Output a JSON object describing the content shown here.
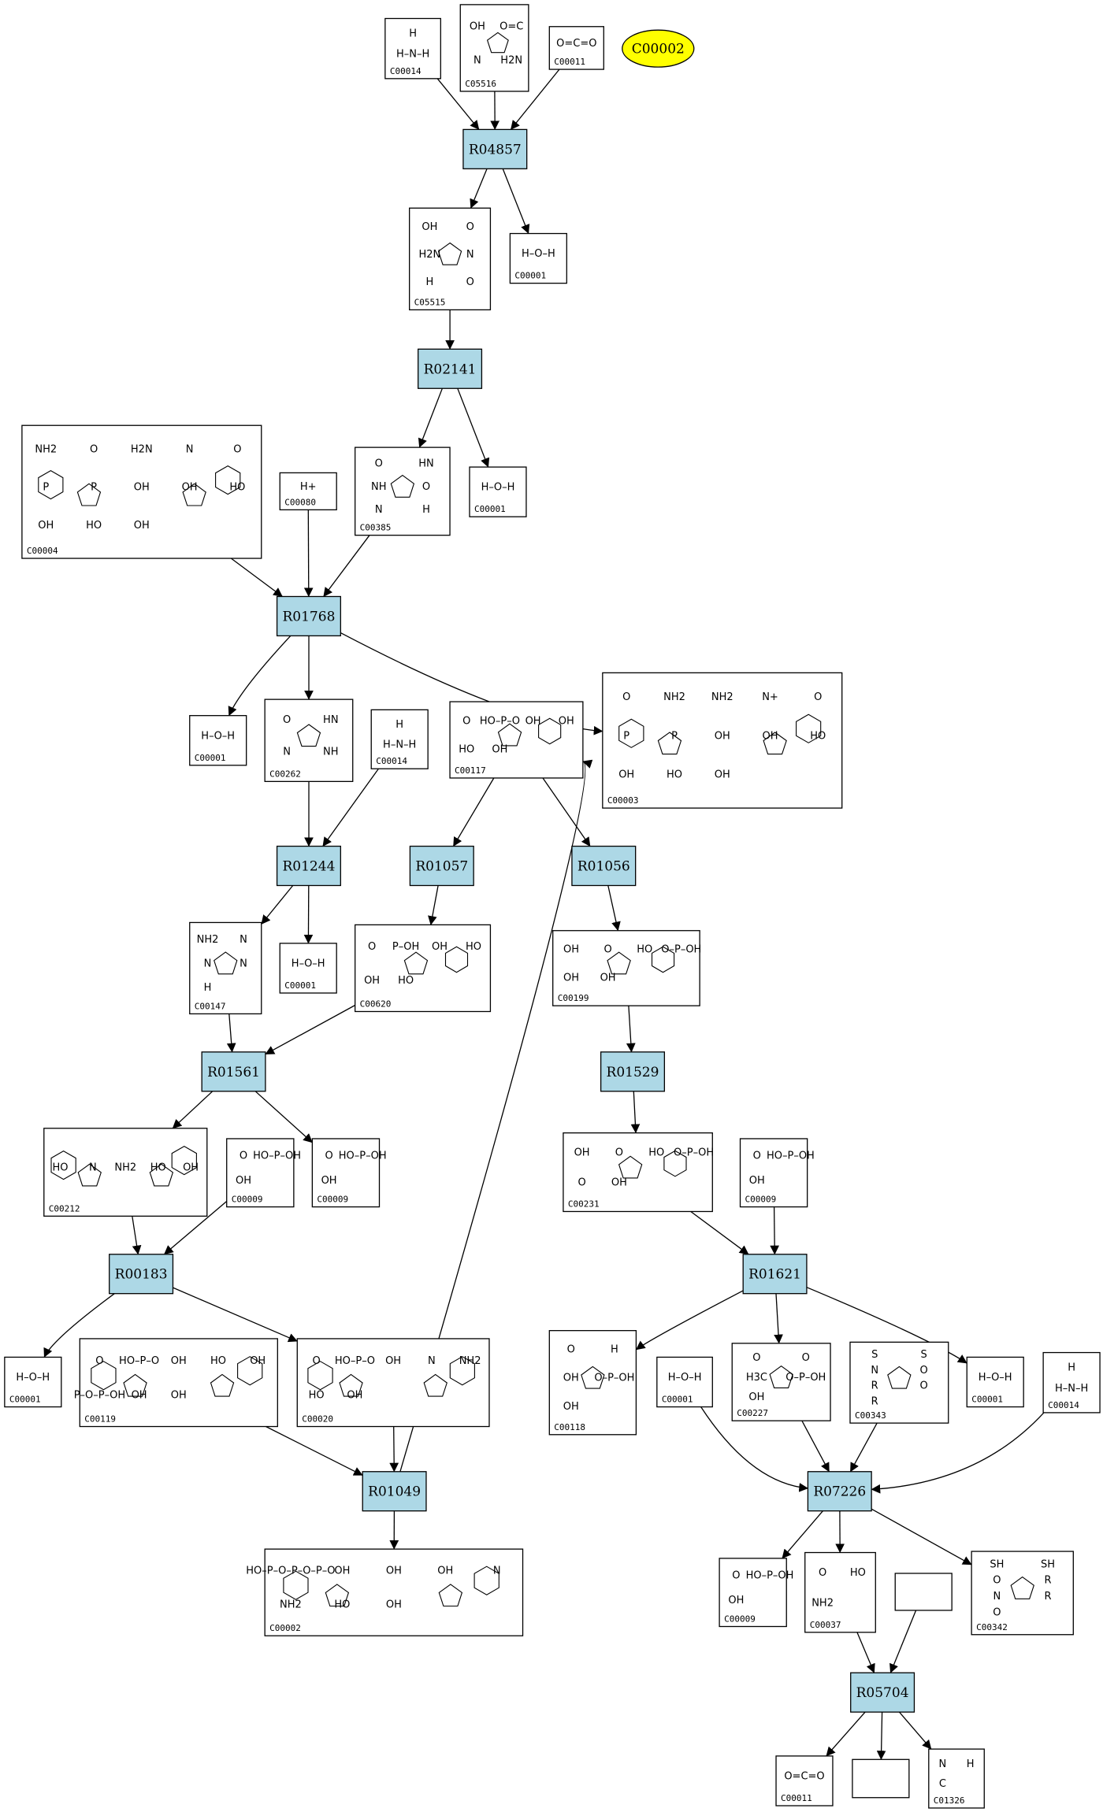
{
  "highlight": "C00002",
  "reactions": [
    {
      "id": "r04857",
      "label": "R04857"
    },
    {
      "id": "r02141",
      "label": "R02141"
    },
    {
      "id": "r01768",
      "label": "R01768"
    },
    {
      "id": "r01244",
      "label": "R01244"
    },
    {
      "id": "r01057",
      "label": "R01057"
    },
    {
      "id": "r01056",
      "label": "R01056"
    },
    {
      "id": "r01561",
      "label": "R01561"
    },
    {
      "id": "r01529",
      "label": "R01529"
    },
    {
      "id": "r00183",
      "label": "R00183"
    },
    {
      "id": "r01621",
      "label": "R01621"
    },
    {
      "id": "r01049",
      "label": "R01049"
    },
    {
      "id": "r07226",
      "label": "R07226"
    },
    {
      "id": "r05704",
      "label": "R05704"
    }
  ],
  "compounds": [
    {
      "id": "c00014a",
      "label": "C00014",
      "chem": [
        "H",
        "H–N–H"
      ]
    },
    {
      "id": "c05516",
      "label": "C05516",
      "chem": [
        "OH",
        "O=C",
        "N",
        "H2N"
      ]
    },
    {
      "id": "c00011a",
      "label": "C00011",
      "chem": [
        "O=C=O"
      ]
    },
    {
      "id": "c05515",
      "label": "C05515",
      "chem": [
        "OH",
        "O",
        "H2N",
        "N",
        "H",
        "O"
      ]
    },
    {
      "id": "c00001a",
      "label": "C00001",
      "chem": [
        "H–O–H"
      ]
    },
    {
      "id": "c00004",
      "label": "C00004",
      "chem": [
        "NH2",
        "O",
        "H2N",
        "N",
        "O",
        "P",
        "P",
        "OH",
        "OH",
        "HO",
        "OH",
        "HO",
        "OH"
      ]
    },
    {
      "id": "c00080",
      "label": "C00080",
      "chem": [
        "H+"
      ]
    },
    {
      "id": "c00385",
      "label": "C00385",
      "chem": [
        "O",
        "HN",
        "NH",
        "O",
        "N",
        "H"
      ]
    },
    {
      "id": "c00001b",
      "label": "C00001",
      "chem": [
        "H–O–H"
      ]
    },
    {
      "id": "c00001c",
      "label": "C00001",
      "chem": [
        "H–O–H"
      ]
    },
    {
      "id": "c00262",
      "label": "C00262",
      "chem": [
        "O",
        "HN",
        "N",
        "NH"
      ]
    },
    {
      "id": "c00014b",
      "label": "C00014",
      "chem": [
        "H",
        "H–N–H"
      ]
    },
    {
      "id": "c00117",
      "label": "C00117",
      "chem": [
        "O",
        "HO–P–O",
        "OH",
        "OH",
        "HO",
        "OH"
      ]
    },
    {
      "id": "c00003",
      "label": "C00003",
      "chem": [
        "O",
        "NH2",
        "NH2",
        "N+",
        "O",
        "P",
        "P",
        "OH",
        "OH",
        "HO",
        "OH",
        "HO",
        "OH"
      ]
    },
    {
      "id": "c00147",
      "label": "C00147",
      "chem": [
        "NH2",
        "N",
        "N",
        "N",
        "H"
      ]
    },
    {
      "id": "c00001d",
      "label": "C00001",
      "chem": [
        "H–O–H"
      ]
    },
    {
      "id": "c00620",
      "label": "C00620",
      "chem": [
        "O",
        "P–OH",
        "OH",
        "HO",
        "OH",
        "HO"
      ]
    },
    {
      "id": "c00199",
      "label": "C00199",
      "chem": [
        "OH",
        "O",
        "HO",
        "O–P–OH",
        "OH",
        "OH"
      ]
    },
    {
      "id": "c00212",
      "label": "C00212",
      "chem": [
        "HO",
        "N",
        "NH2",
        "HO",
        "OH"
      ]
    },
    {
      "id": "c00009a",
      "label": "C00009",
      "chem": [
        "O",
        "HO–P–OH",
        "OH"
      ]
    },
    {
      "id": "c00009b",
      "label": "C00009",
      "chem": [
        "O",
        "HO–P–OH",
        "OH"
      ]
    },
    {
      "id": "c00231",
      "label": "C00231",
      "chem": [
        "OH",
        "O",
        "HO",
        "O–P–OH",
        "O",
        "OH"
      ]
    },
    {
      "id": "c00009c",
      "label": "C00009",
      "chem": [
        "O",
        "HO–P–OH",
        "OH"
      ]
    },
    {
      "id": "c00001e",
      "label": "C00001",
      "chem": [
        "H–O–H"
      ]
    },
    {
      "id": "c00119",
      "label": "C00119",
      "chem": [
        "O",
        "HO–P–O",
        "OH",
        "HO",
        "OH",
        "P–O–P–OH",
        "OH",
        "OH"
      ]
    },
    {
      "id": "c00020",
      "label": "C00020",
      "chem": [
        "O",
        "HO–P–O",
        "OH",
        "N",
        "NH2",
        "HO",
        "OH"
      ]
    },
    {
      "id": "c00118",
      "label": "C00118",
      "chem": [
        "O",
        "H",
        "OH",
        "O–P–OH",
        "OH"
      ]
    },
    {
      "id": "c00001f",
      "label": "C00001",
      "chem": [
        "H–O–H"
      ]
    },
    {
      "id": "c00227",
      "label": "C00227",
      "chem": [
        "O",
        "O",
        "H3C",
        "O–P–OH",
        "OH"
      ]
    },
    {
      "id": "c00343",
      "label": "C00343",
      "chem": [
        "S",
        "S",
        "N",
        "O",
        "R",
        "O",
        "R"
      ]
    },
    {
      "id": "c00001g",
      "label": "C00001",
      "chem": [
        "H–O–H"
      ]
    },
    {
      "id": "c00014c",
      "label": "C00014",
      "chem": [
        "H",
        "H–N–H"
      ]
    },
    {
      "id": "c00002a",
      "label": "C00002",
      "chem": [
        "HO–P–O–P–O–P–O",
        "OH",
        "OH",
        "OH",
        "N",
        "NH2",
        "HO",
        "OH"
      ]
    },
    {
      "id": "c00009d",
      "label": "C00009",
      "chem": [
        "O",
        "HO–P–OH",
        "OH"
      ]
    },
    {
      "id": "c00037",
      "label": "C00037",
      "chem": [
        "O",
        "HO",
        "NH2"
      ]
    },
    {
      "id": "blank1",
      "label": "",
      "chem": []
    },
    {
      "id": "c00342",
      "label": "C00342",
      "chem": [
        "SH",
        "SH",
        "O",
        "R",
        "N",
        "R",
        "O"
      ]
    },
    {
      "id": "c00011b",
      "label": "C00011",
      "chem": [
        "O=C=O"
      ]
    },
    {
      "id": "blank2",
      "label": "",
      "chem": []
    },
    {
      "id": "c01326",
      "label": "C01326",
      "chem": [
        "N",
        "H",
        "C"
      ]
    }
  ],
  "edges": [
    [
      "c00014a",
      "r04857"
    ],
    [
      "c05516",
      "r04857"
    ],
    [
      "c00011a",
      "r04857"
    ],
    [
      "r04857",
      "c05515"
    ],
    [
      "r04857",
      "c00001a"
    ],
    [
      "c05515",
      "r02141"
    ],
    [
      "r02141",
      "c00385"
    ],
    [
      "r02141",
      "c00001b"
    ],
    [
      "c00004",
      "r01768"
    ],
    [
      "c00080",
      "r01768"
    ],
    [
      "c00385",
      "r01768"
    ],
    [
      "r01768",
      "c00001c"
    ],
    [
      "r01768",
      "c00262"
    ],
    [
      "r01768",
      "c00003"
    ],
    [
      "c00262",
      "r01244"
    ],
    [
      "c00014b",
      "r01244"
    ],
    [
      "r01244",
      "c00147"
    ],
    [
      "r01244",
      "c00001d"
    ],
    [
      "c00117",
      "r01057"
    ],
    [
      "c00117",
      "r01056"
    ],
    [
      "r01057",
      "c00620"
    ],
    [
      "r01056",
      "c00199"
    ],
    [
      "c00147",
      "r01561"
    ],
    [
      "c00620",
      "r01561"
    ],
    [
      "r01561",
      "c00212"
    ],
    [
      "r01561",
      "c00009b"
    ],
    [
      "c00199",
      "r01529"
    ],
    [
      "r01529",
      "c00231"
    ],
    [
      "c00212",
      "r00183"
    ],
    [
      "c00009a",
      "r00183"
    ],
    [
      "r00183",
      "c00001e"
    ],
    [
      "r00183",
      "c00020"
    ],
    [
      "c00231",
      "r01621"
    ],
    [
      "c00009c",
      "r01621"
    ],
    [
      "r01621",
      "c00118"
    ],
    [
      "r01621",
      "c00227"
    ],
    [
      "r01621",
      "c00001g"
    ],
    [
      "c00119",
      "r01049"
    ],
    [
      "c00020",
      "r01049"
    ],
    [
      "r01049",
      "c00002a"
    ],
    [
      "r01049",
      "c00117"
    ],
    [
      "c00001f",
      "r07226"
    ],
    [
      "c00227",
      "r07226"
    ],
    [
      "c00343",
      "r07226"
    ],
    [
      "c00014c",
      "r07226"
    ],
    [
      "r07226",
      "c00009d"
    ],
    [
      "r07226",
      "c00037"
    ],
    [
      "r07226",
      "c00342"
    ],
    [
      "c00037",
      "r05704"
    ],
    [
      "blank1",
      "r05704"
    ],
    [
      "r05704",
      "c00011b"
    ],
    [
      "r05704",
      "blank2"
    ],
    [
      "r05704",
      "c01326"
    ]
  ]
}
